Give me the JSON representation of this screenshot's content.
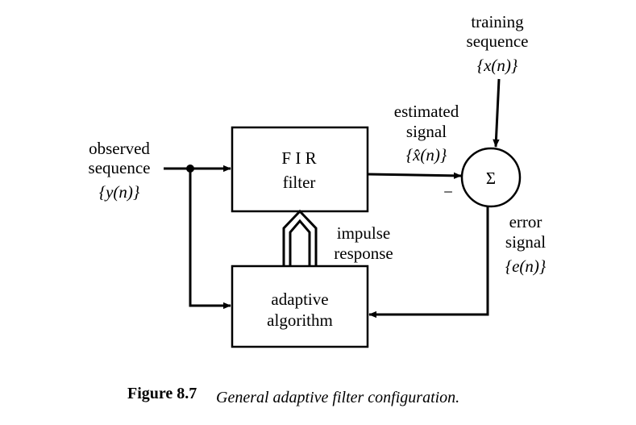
{
  "figure": {
    "observed": {
      "line1": "observed",
      "line2": "sequence",
      "sym": "{y(n)}"
    },
    "fir": {
      "line1": "F I R",
      "line2": "filter"
    },
    "adaptive": {
      "line1": "adaptive",
      "line2": "algorithm"
    },
    "estimated": {
      "line1": "estimated",
      "line2": "signal",
      "sym": "{x̂(n)}"
    },
    "training": {
      "line1": "training",
      "line2": "sequence",
      "sym": "{x(n)}"
    },
    "summer": {
      "symbol": "Σ",
      "minus": "−"
    },
    "impulse": {
      "line1": "impulse",
      "line2": "response"
    },
    "error": {
      "line1": "error",
      "line2": "signal",
      "sym": "{e(n)}"
    }
  },
  "caption": {
    "label": "Figure 8.7",
    "text": "General adaptive filter configuration."
  }
}
